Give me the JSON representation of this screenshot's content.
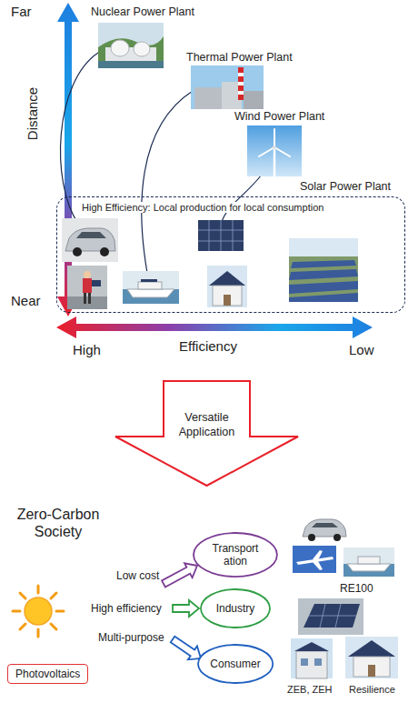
{
  "diagram": {
    "nodes": [
      {
        "text": [
          "High Efficiency: Local production for local consumption"
        ]
      },
      {
        "text": [
          "Versatile Application"
        ]
      },
      {
        "text": [
          "Transport ation"
        ]
      },
      {
        "text": [
          "Industry"
        ]
      },
      {
        "text": [
          "Consumer"
        ]
      },
      {
        "text": [
          "Photovoltaics"
        ]
      }
    ],
    "labels": [
      "Far",
      "Distance",
      "Near",
      "High",
      "Efficiency",
      "Low",
      "Nuclear Power Plant",
      "Thermal Power Plant",
      "Wind Power Plant",
      "Solar Power Plant",
      "Zero-Carbon Society",
      "Low cost",
      "High efficiency",
      "Multi-purpose",
      "RE100",
      "ZEB, ZEH",
      "Resilience"
    ]
  }
}
